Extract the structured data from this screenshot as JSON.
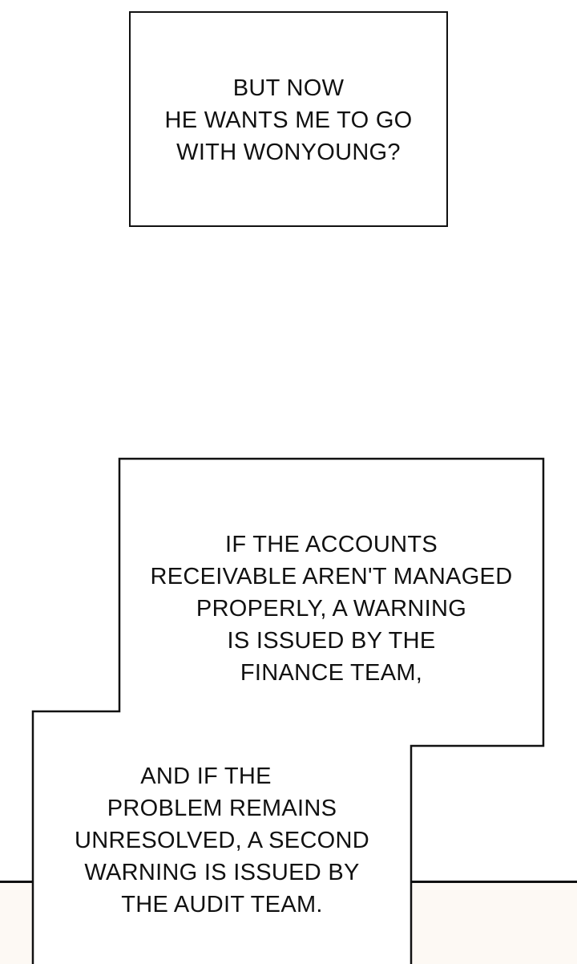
{
  "captions": {
    "first": [
      "BUT NOW",
      "HE WANTS ME TO GO",
      "WITH WONYOUNG?"
    ],
    "second": [
      "IF THE ACCOUNTS",
      "RECEIVABLE AREN'T MANAGED",
      "PROPERLY, A WARNING",
      "IS ISSUED BY THE",
      "FINANCE TEAM,"
    ],
    "third": [
      "AND IF THE",
      "PROBLEM REMAINS",
      "UNRESOLVED, A SECOND",
      "WARNING IS ISSUED BY",
      "THE AUDIT TEAM."
    ]
  },
  "colors": {
    "ink": "#111111",
    "paper": "#ffffff",
    "cream": "#fdf9f4"
  }
}
